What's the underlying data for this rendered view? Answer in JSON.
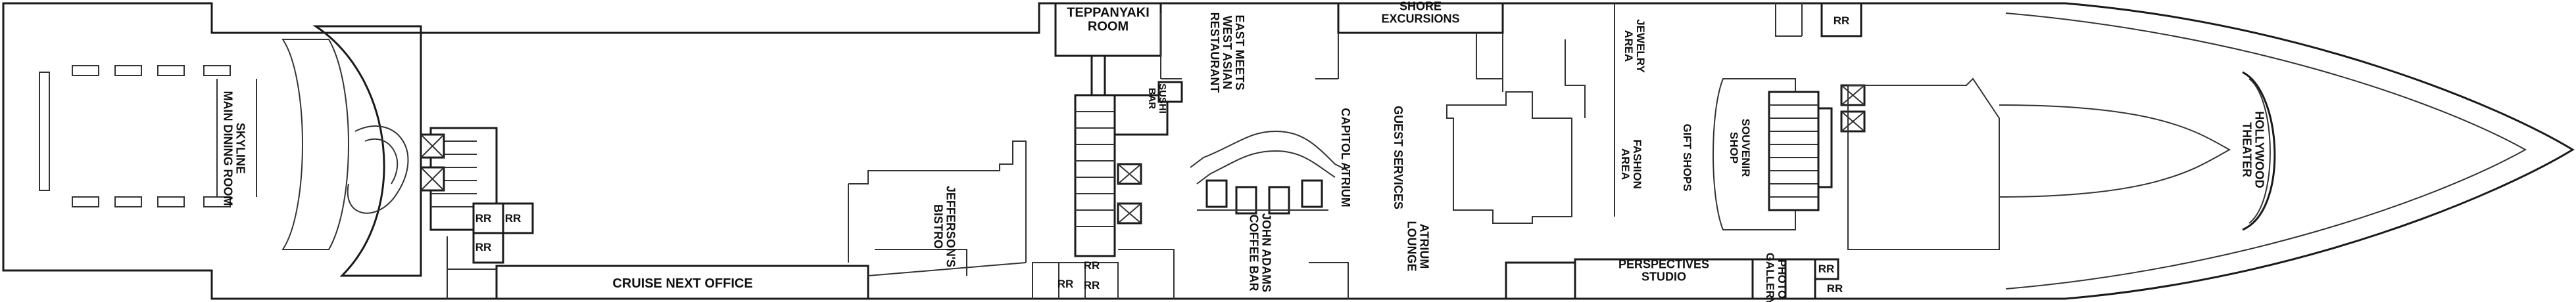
{
  "deck_plan": {
    "labels": {
      "skyline": "SKYLINE\nMAIN DINING ROOM",
      "rr_a": "RR",
      "rr_b": "RR",
      "rr_c": "RR",
      "cruise_next": "CRUISE NEXT OFFICE",
      "jeffersons": "JEFFERSON'S\nBISTRO",
      "teppanyaki": "TEPPANYAKI\nROOM",
      "sushi": "SUSHI\nBAR",
      "east_meets": "EAST MEETS\nWEST ASIAN\nRESTAURANT",
      "rr_d": "RR",
      "rr_e": "RR",
      "rr_f": "RR",
      "john_adams": "JOHN ADAMS\nCOFFEE BAR",
      "capitol": "CAPITOL ATRIUM",
      "shore": "SHORE\nEXCURSIONS",
      "guest": "GUEST SERVICES",
      "atrium_lounge": "ATRIUM\nLOUNGE",
      "jewelry": "JEWELRY\nAREA",
      "fashion": "FASHION\nAREA",
      "gift": "GIFT SHOPS",
      "souvenir": "SOUVENIR\nSHOP",
      "perspectives": "PERSPECTIVES\nSTUDIO",
      "photo": "PHOTO\nGALLERY",
      "rr_g": "RR",
      "rr_h": "RR",
      "rr_i": "RR",
      "hollywood": "HOLLYWOOD\nTHEATER"
    }
  }
}
